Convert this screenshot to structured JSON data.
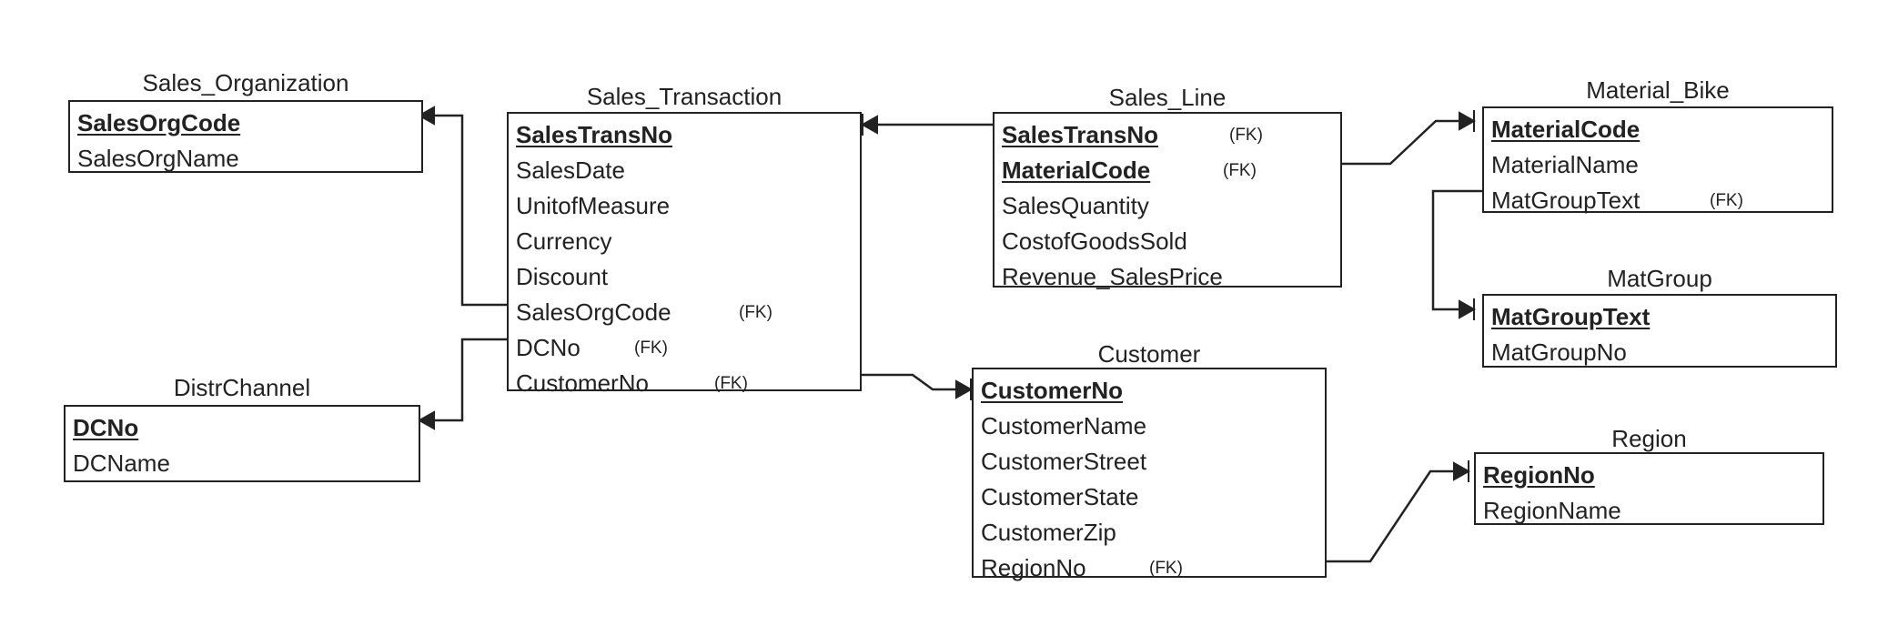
{
  "entities": {
    "sales_org": {
      "title": "Sales_Organization",
      "fields": [
        "SalesOrgCode",
        "SalesOrgName"
      ]
    },
    "sales_transaction": {
      "title": "Sales_Transaction",
      "fields": [
        "SalesTransNo",
        "SalesDate",
        "UnitofMeasure",
        "Currency",
        "Discount",
        "SalesOrgCode",
        "DCNo",
        "CustomerNo"
      ]
    },
    "distr_channel": {
      "title": "DistrChannel",
      "fields": [
        "DCNo",
        "DCName"
      ]
    },
    "sales_line": {
      "title": "Sales_Line",
      "fields": [
        "SalesTransNo",
        "MaterialCode",
        "SalesQuantity",
        "CostofGoodsSold",
        "Revenue_SalesPrice"
      ]
    },
    "customer": {
      "title": "Customer",
      "fields": [
        "CustomerNo",
        "CustomerName",
        "CustomerStreet",
        "CustomerState",
        "CustomerZip",
        "RegionNo"
      ]
    },
    "material_bike": {
      "title": "Material_Bike",
      "fields": [
        "MaterialCode",
        "MaterialName",
        "MatGroupText"
      ]
    },
    "matgroup": {
      "title": "MatGroup",
      "fields": [
        "MatGroupText",
        "MatGroupNo"
      ]
    },
    "region": {
      "title": "Region",
      "fields": [
        "RegionNo",
        "RegionName"
      ]
    }
  },
  "fk_label": "(FK)"
}
